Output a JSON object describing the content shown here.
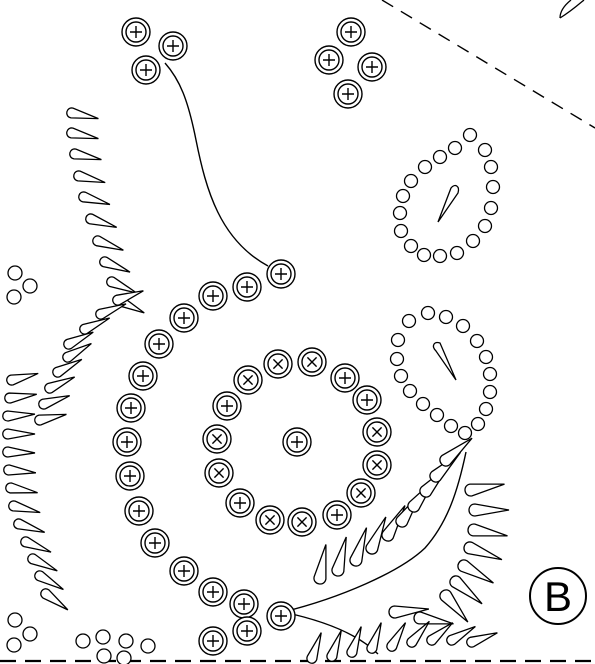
{
  "pattern": {
    "section_label": "B",
    "stroke_color": "#000000",
    "background_color": "#ffffff",
    "legend_symbols": {
      "plus_bead": "circled-plus",
      "cross_bead": "circled-x",
      "open_bead": "small-circle",
      "petal": "teardrop-outline"
    }
  }
}
